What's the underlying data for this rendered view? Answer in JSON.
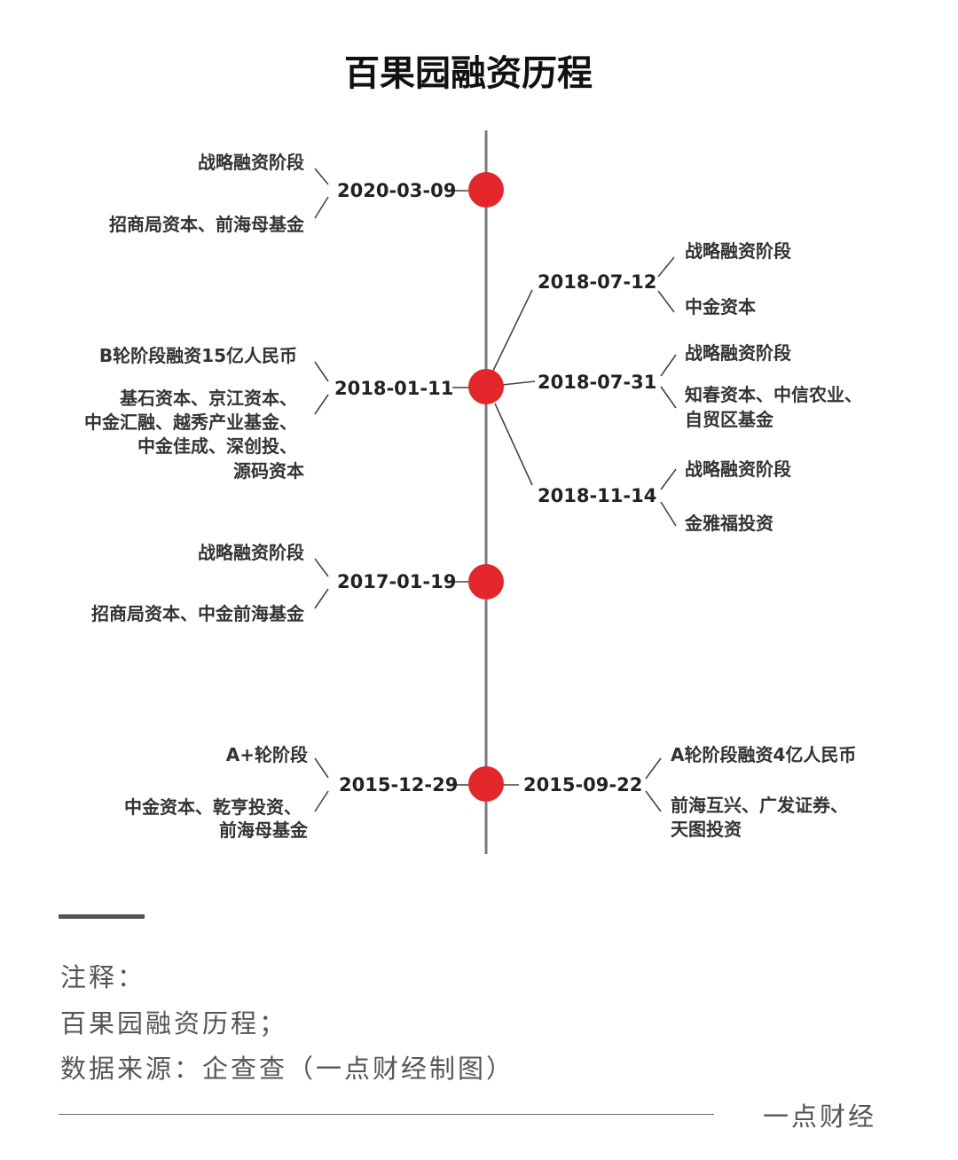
{
  "title": "百果园融资历程",
  "colors": {
    "dot": "#e3262a",
    "axis": "#7a7a7a"
  },
  "events": [
    {
      "date": "2020-03-09",
      "stage": "战略融资阶段",
      "investors": [
        "招商局资本、前海母基金"
      ]
    },
    {
      "date": "2018-07-12",
      "stage": "战略融资阶段",
      "investors": [
        "中金资本"
      ]
    },
    {
      "date": "2018-01-11",
      "stage": "B轮阶段融资15亿人民币",
      "investors": [
        "基石资本、京江资本、",
        "中金汇融、越秀产业基金、",
        "中金佳成、深创投、",
        "源码资本"
      ]
    },
    {
      "date": "2018-07-31",
      "stage": "战略融资阶段",
      "investors": [
        "知春资本、中信农业、",
        "自贸区基金"
      ]
    },
    {
      "date": "2018-11-14",
      "stage": "战略融资阶段",
      "investors": [
        "金雅福投资"
      ]
    },
    {
      "date": "2017-01-19",
      "stage": "战略融资阶段",
      "investors": [
        "招商局资本、中金前海基金"
      ]
    },
    {
      "date": "2015-12-29",
      "stage": "A+轮阶段",
      "investors": [
        "中金资本、乾亨投资、",
        "前海母基金"
      ]
    },
    {
      "date": "2015-09-22",
      "stage": "A轮阶段融资4亿人民币",
      "investors": [
        "前海互兴、广发证券、",
        "天图投资"
      ]
    }
  ],
  "notes": {
    "heading": "注释：",
    "line1": "百果园融资历程；",
    "line2": "数据来源：企查查（一点财经制图）"
  },
  "brand": "一点财经"
}
